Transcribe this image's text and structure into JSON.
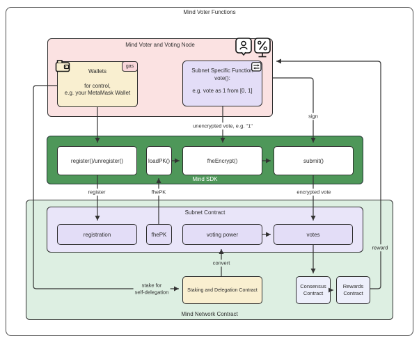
{
  "diagram_title": "Mind Voter Functions",
  "colors": {
    "pink_container": "#fbe2e2",
    "cream_box": "#f9efd0",
    "purple_box": "#e3ddf7",
    "subnet_container": "#e9e5f9",
    "sdk_green": "#4e9759",
    "network_light_green": "#ddefe2",
    "contract_box": "#edeffb",
    "line": "#333333"
  },
  "voter_node": {
    "title": "Mind Voter and Voting Node",
    "icons": {
      "voter": "person-chat-icon",
      "percent": "percent-display-icon"
    },
    "wallets": {
      "icon": "wallet-icon",
      "badge": "gas",
      "title": "Wallets",
      "line1": "for control,",
      "line2": "e.g. your MetaMask Wallet"
    },
    "vote_fn": {
      "icon": "swap-arrows-icon",
      "line1": "Subnet Specific Function",
      "line2": "vote():",
      "line3": "e.g. vote as 1 from [0, 1]"
    }
  },
  "sdk": {
    "label": "Mind SDK",
    "boxes": [
      "register()/unregister()",
      "loadPK()",
      "fheEncrypt()",
      "submit()"
    ]
  },
  "network_contract": {
    "label": "Mind Network Contract",
    "subnet_contract": {
      "label": "Subnet Contract",
      "boxes": [
        "registration",
        "fhePK",
        "voting power",
        "votes"
      ]
    },
    "staking": "Staking and Delegation Contract",
    "consensus": [
      "Consensus",
      "Contract"
    ],
    "rewards": [
      "Rewards",
      "Contract"
    ]
  },
  "edge_labels": {
    "unencrypted_vote": "unencrypted vote, e.g. \"1\"",
    "sign": "sign",
    "register": "register",
    "fhepk": "fhePK",
    "encrypted_vote": "encrypted vote",
    "convert": "convert",
    "stake_line1": "stake for",
    "stake_line2": "self-delegation",
    "reward": "reward"
  }
}
